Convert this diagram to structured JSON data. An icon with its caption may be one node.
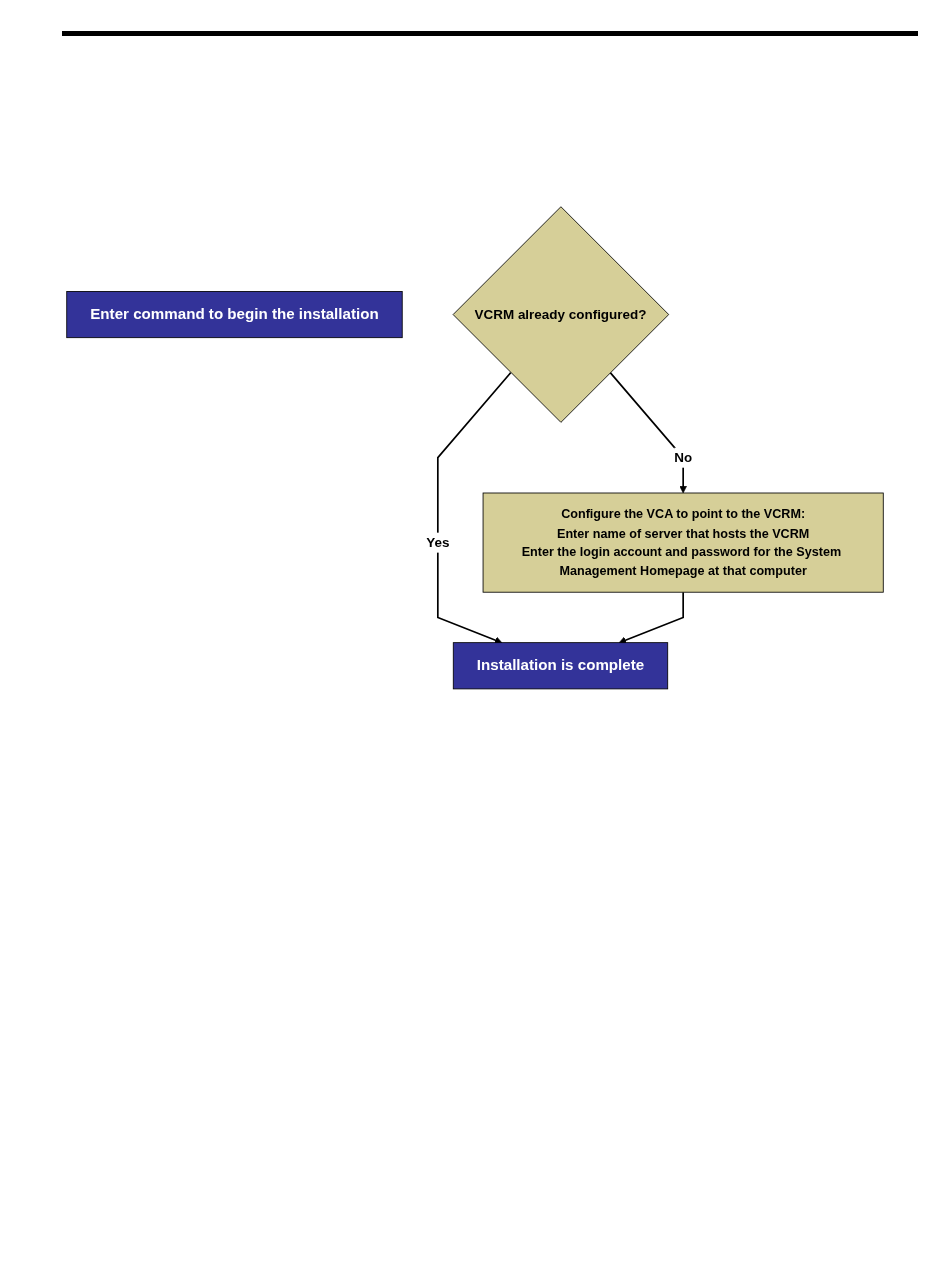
{
  "diagram": {
    "nodes": [
      {
        "text": [
          "Enter command to begin the installation"
        ]
      },
      {
        "text": [
          "VCRM already configured?"
        ]
      },
      {
        "text": [
          "Configure the VCA to point to the VCRM:",
          "Enter name of server that hosts the VCRM",
          "Enter the login account and password for the System Management Homepage at that computer"
        ]
      },
      {
        "text": [
          "Installation is complete"
        ]
      }
    ],
    "edges": [
      {
        "from": 1,
        "to": 2,
        "arrow": "to",
        "label": "No"
      },
      {
        "from": 1,
        "to": 3,
        "arrow": "to",
        "label": "Yes"
      },
      {
        "from": 2,
        "to": 3,
        "arrow": "to"
      }
    ]
  }
}
